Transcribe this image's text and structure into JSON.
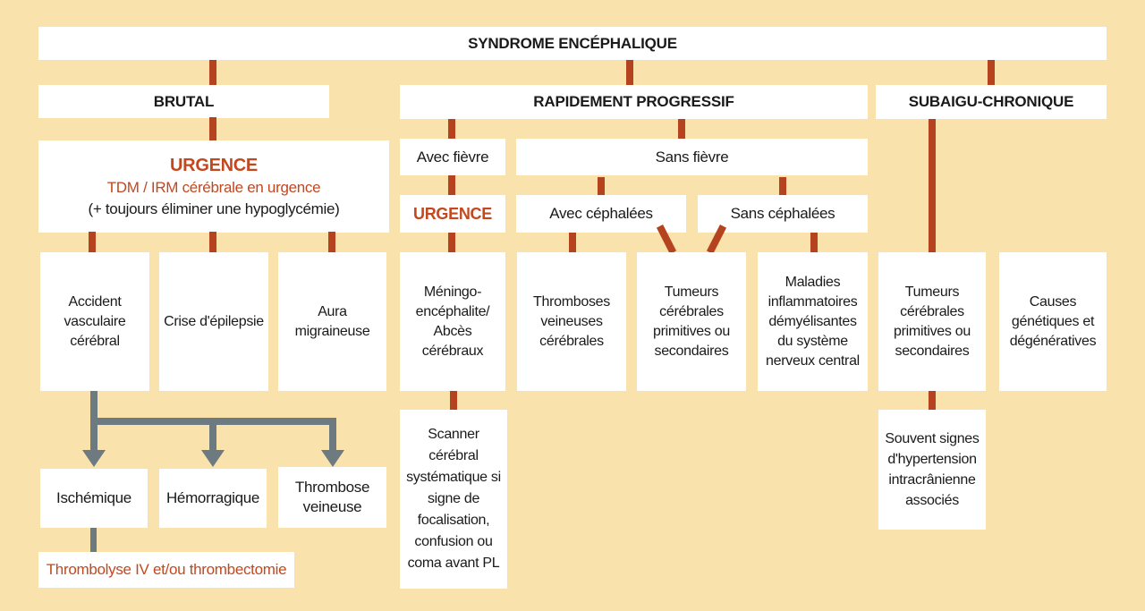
{
  "colors": {
    "background": "#FAE2AC",
    "box": "#FFFFFF",
    "connector_red": "#B5431F",
    "accent_red_text": "#C2481F",
    "arrow_gray": "#6D7B81",
    "text": "#1A1A1A"
  },
  "root": {
    "title": "SYNDROME ENCÉPHALIQUE"
  },
  "branches": {
    "brutal": {
      "label": "BRUTAL"
    },
    "rapid": {
      "label": "RAPIDEMENT PROGRESSIF"
    },
    "subacute": {
      "label": "SUBAIGU-CHRONIQUE"
    }
  },
  "brutal": {
    "urgence_title": "URGENCE",
    "urgence_line2": "TDM / IRM cérébrale en urgence",
    "urgence_line3": "(+ toujours éliminer une hypoglycémie)",
    "avc": "Accident vasculaire cérébral",
    "epilepsie": "Crise d'épilepsie",
    "aura": "Aura migraineuse",
    "ischemique": "Ischémique",
    "hemorragique": "Hémorragique",
    "thrombose_veineuse": "Thrombose veineuse",
    "thrombolyse": "Thrombolyse IV et/ou thrombectomie"
  },
  "rapid": {
    "avec_fievre": "Avec fièvre",
    "sans_fievre": "Sans fièvre",
    "urgence": "URGENCE",
    "avec_cephalees": "Avec céphalées",
    "sans_cephalees": "Sans céphalées",
    "meningo": "Méningo-encéphalite/ Abcès cérébraux",
    "thromboses": "Thromboses veineuses cérébrales",
    "tumeurs": "Tumeurs cérébrales primitives ou secondaires",
    "maladies": "Maladies inflammatoires démyélisantes du système nerveux central",
    "scanner": "Scanner cérébral systématique si signe de focalisation, confusion ou coma avant PL"
  },
  "subacute": {
    "tumeurs": "Tumeurs cérébrales primitives ou secondaires",
    "causes": "Causes génétiques et dégénératives",
    "souvent": "Souvent signes d'hypertension intracrânienne associés"
  }
}
